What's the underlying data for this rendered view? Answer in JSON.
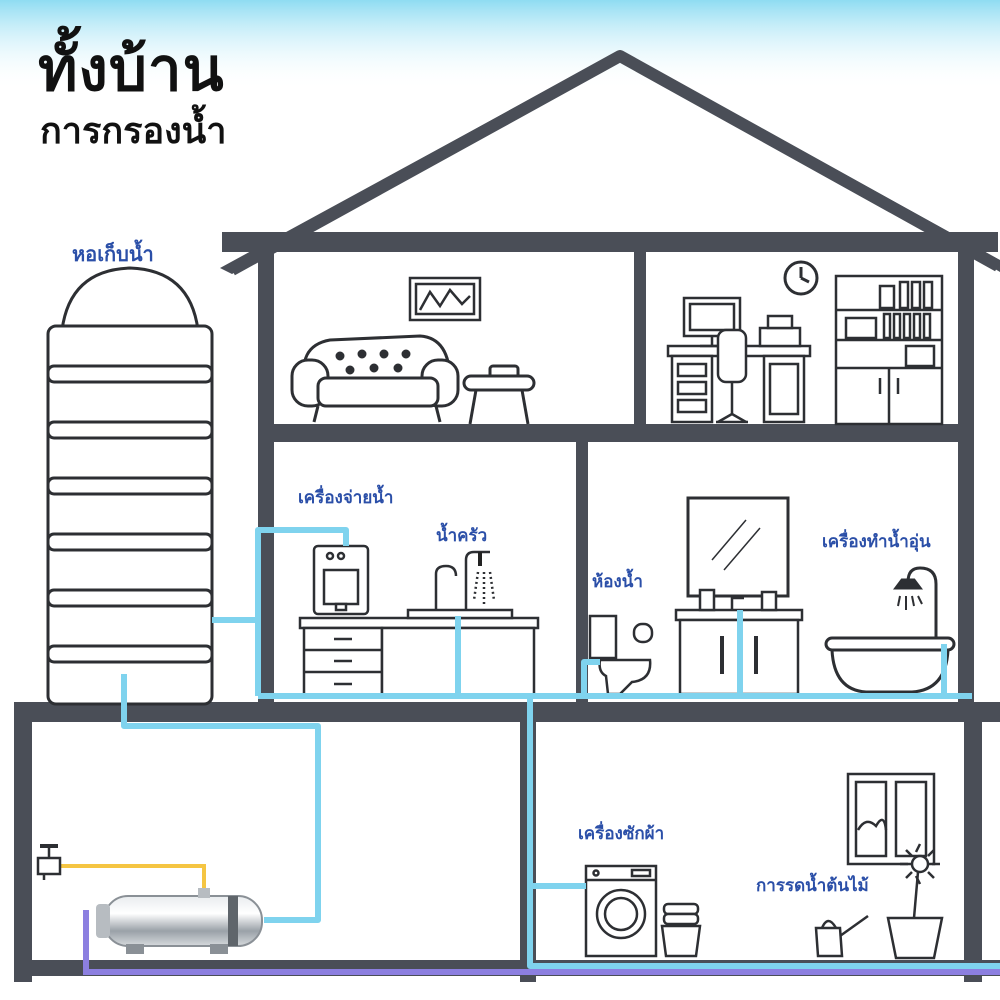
{
  "title": {
    "main": "ทั้งบ้าน",
    "sub": "การกรองน้ำ"
  },
  "labels": {
    "water_tower": "หอเก็บน้ำ",
    "water_dispenser": "เครื่องจ่ายน้ำ",
    "kitchen": "น้ำครัว",
    "bathroom": "ห้องน้ำ",
    "water_heater": "เครื่องทำน้ำอุ่น",
    "washing_machine": "เครื่องซักผ้า",
    "plant_watering": "การรดน้ำต้นไม้"
  },
  "colors": {
    "wall": "#4a4e57",
    "pipe_filtered": "#7fd3ee",
    "pipe_inlet": "#f5c542",
    "pipe_main": "#8c7fe0",
    "label": "#2b4fa8",
    "sky": "#8fdcf2"
  },
  "icons": [
    "water-tower-icon",
    "sofa-icon",
    "picture-frame-icon",
    "coffee-table-icon",
    "desk-icon",
    "computer-icon",
    "printer-icon",
    "clock-icon",
    "bookshelf-icon",
    "water-dispenser-icon",
    "kitchen-sink-icon",
    "mirror-icon",
    "toilet-icon",
    "bathtub-icon",
    "shower-icon",
    "washing-machine-icon",
    "laundry-basket-icon",
    "window-icon",
    "flower-pot-icon",
    "watering-can-icon",
    "filter-tank-icon",
    "valve-icon"
  ]
}
